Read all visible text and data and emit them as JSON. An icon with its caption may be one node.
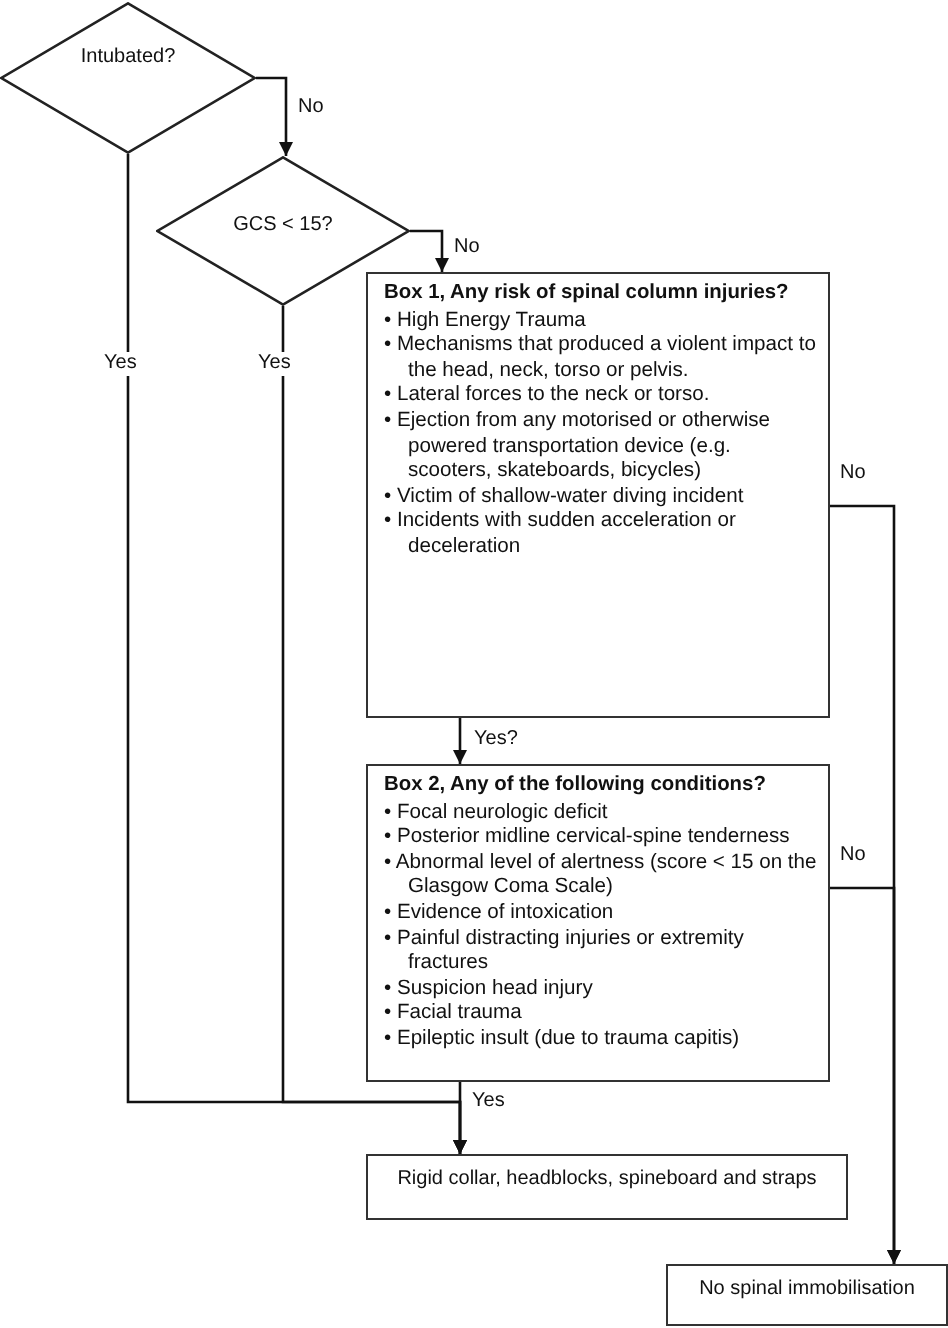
{
  "diagram": {
    "nodes": [
      {
        "text": [
          "Intubated?"
        ]
      },
      {
        "text": [
          "GCS  < 15?"
        ]
      },
      {
        "text": [
          "Box 1, Any risk of spinal column injuries?",
          "• High Energy Trauma",
          "• Mechanisms that produced a violent impact to the head, neck, torso or pelvis.",
          "• Lateral forces to the neck or torso.",
          "• Ejection from any motorised or otherwise powered transportation device (e.g. scooters, skateboards, bicycles)",
          "• Victim of shallow-water diving incident",
          "• Incidents with sudden acceleration or deceleration"
        ]
      },
      {
        "text": [
          "Box 2,  Any of the following conditions?",
          "• Focal neurologic deficit",
          "• Posterior midline cervical-spine tenderness",
          "• Abnormal level of alertness (score < 15 on the Glasgow Coma Scale)",
          "• Evidence of intoxication",
          "• Painful distracting injuries or extremity fractures",
          "• Suspicion head injury",
          "• Facial trauma",
          "• Epileptic insult (due to trauma capitis)"
        ]
      },
      {
        "text": [
          "Rigid collar, headblocks, spineboard and straps"
        ]
      },
      {
        "text": [
          "No spinal immobilisation"
        ]
      }
    ],
    "edges": [
      {
        "from": 0,
        "to": 1,
        "arrow": "to",
        "label": "No"
      },
      {
        "from": 1,
        "to": 2,
        "arrow": "to",
        "label": "No"
      },
      {
        "from": 0,
        "to": 4,
        "arrow": "to",
        "label": "Yes"
      },
      {
        "from": 1,
        "to": 4,
        "arrow": "to",
        "label": "Yes"
      },
      {
        "from": 2,
        "to": 3,
        "arrow": "to",
        "label": "Yes?"
      },
      {
        "from": 3,
        "to": 4,
        "arrow": "to",
        "label": "Yes"
      },
      {
        "from": 2,
        "to": 5,
        "arrow": "to",
        "label": "No"
      },
      {
        "from": 3,
        "to": 5,
        "arrow": "to",
        "label": "No"
      }
    ]
  }
}
